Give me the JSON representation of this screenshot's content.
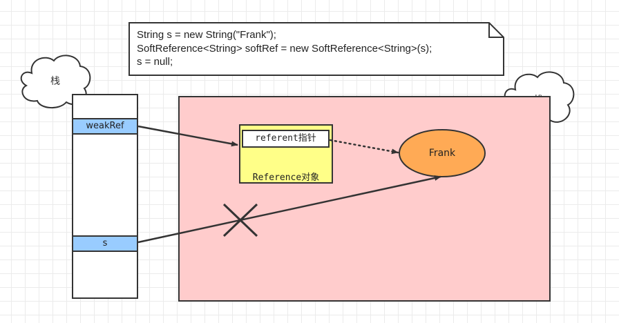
{
  "code_note": {
    "lines": [
      "String s = new String(\"Frank\");",
      "SoftReference<String> softRef = new SoftReference<String>(s);",
      "s = null;"
    ]
  },
  "stack": {
    "label": "栈",
    "slots": [
      "weakRef",
      "s"
    ],
    "slot_color": "#99ccff"
  },
  "heap": {
    "label": "堆",
    "fill": "#ffcccc",
    "reference_object": {
      "field_label": "referent指针",
      "label": "Reference对象",
      "fill": "#ffff88"
    },
    "string_object": {
      "label": "Frank",
      "fill": "#ffaa55"
    }
  },
  "edges": [
    {
      "from": "weakRef",
      "to": "referent指针",
      "style": "solid"
    },
    {
      "from": "referent指针",
      "to": "Frank",
      "style": "dotted"
    },
    {
      "from": "s",
      "to": "Frank",
      "style": "solid",
      "crossed_out": true
    }
  ]
}
